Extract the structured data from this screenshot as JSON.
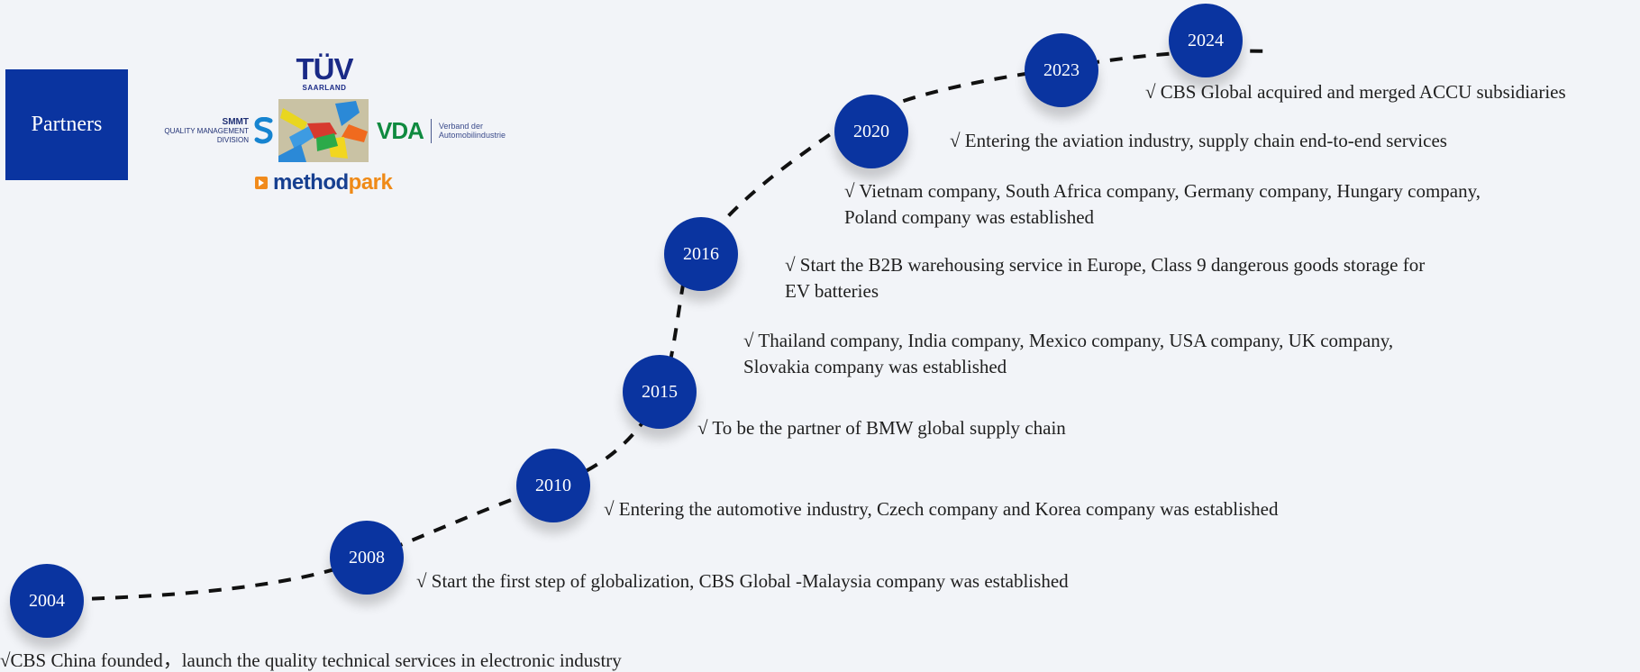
{
  "partners": {
    "label": "Partners",
    "logos": {
      "tuv": {
        "main": "TÜV",
        "sub": "SAARLAND"
      },
      "smmt": {
        "top": "SMMT",
        "middle": "QUALITY MANAGEMENT",
        "bottom": "DIVISION"
      },
      "vda": {
        "main": "VDA",
        "sub": "Verband der\nAutomobilindustrie"
      },
      "method_park": {
        "part1": "method",
        "part2": "park"
      }
    }
  },
  "timeline": {
    "years": [
      "2004",
      "2008",
      "2010",
      "2015",
      "2016",
      "2020",
      "2023",
      "2024"
    ],
    "milestones": [
      "√CBS China founded，launch the quality technical services in electronic industry",
      "√ Start the first step of globalization, CBS Global -Malaysia company was established",
      "√ Entering the automotive industry, Czech company and Korea company was established",
      "√ To be the partner of BMW global supply chain",
      "√ Thailand company, India company, Mexico company, USA company, UK company,\nSlovakia company was established",
      "√ Start the B2B warehousing service in Europe, Class 9 dangerous  goods storage for\nEV batteries",
      "√ Vietnam company, South Africa company, Germany company, Hungary company,\nPoland company was established",
      "√ Entering the aviation industry, supply chain end-to-end services",
      "√ CBS Global acquired and merged ACCU subsidiaries"
    ]
  },
  "colors": {
    "background": "#f2f4f8",
    "accent_blue": "#0a34a0",
    "text": "#202020",
    "vda_green": "#0f8a3f",
    "method_orange": "#ef8a17"
  },
  "icons": {
    "partner_logos": [
      "tuv-logo-icon",
      "smmt-logo-icon",
      "hands-photo-icon",
      "vda-logo-icon",
      "method-park-logo-icon"
    ]
  }
}
